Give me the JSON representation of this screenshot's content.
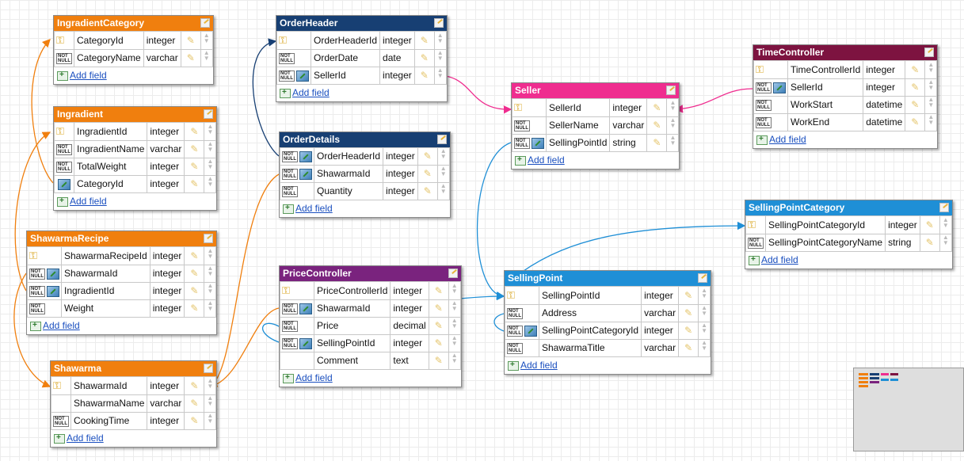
{
  "colors": {
    "orange": "#f07f0e",
    "navy": "#173f73",
    "blue": "#1f8fd6",
    "pink": "#ef2d8f",
    "purple": "#7a237e",
    "maroon": "#7d1340"
  },
  "add_field_label": "Add field",
  "entities": [
    {
      "id": "ingradient-category",
      "title": "IngradientCategory",
      "color": "orange",
      "fields": [
        {
          "name": "CategoryId",
          "type": "integer",
          "pk": true
        },
        {
          "name": "CategoryName",
          "type": "varchar",
          "nn": true
        }
      ]
    },
    {
      "id": "ingradient",
      "title": "Ingradient",
      "color": "orange",
      "fields": [
        {
          "name": "IngradientId",
          "type": "integer",
          "pk": true
        },
        {
          "name": "IngradientName",
          "type": "varchar",
          "nn": true
        },
        {
          "name": "TotalWeight",
          "type": "integer",
          "nn": true
        },
        {
          "name": "CategoryId",
          "type": "integer",
          "fk": true
        }
      ]
    },
    {
      "id": "shawarma-recipe",
      "title": "ShawarmaRecipe",
      "color": "orange",
      "fields": [
        {
          "name": "ShawarmaRecipeId",
          "type": "integer",
          "pk": true
        },
        {
          "name": "ShawarmaId",
          "type": "integer",
          "nn": true,
          "fk": true
        },
        {
          "name": "IngradientId",
          "type": "integer",
          "nn": true,
          "fk": true
        },
        {
          "name": "Weight",
          "type": "integer",
          "nn": true
        }
      ]
    },
    {
      "id": "shawarma",
      "title": "Shawarma",
      "color": "orange",
      "fields": [
        {
          "name": "ShawarmaId",
          "type": "integer",
          "pk": true
        },
        {
          "name": "ShawarmaName",
          "type": "varchar"
        },
        {
          "name": "CookingTime",
          "type": "integer",
          "nn": true
        }
      ]
    },
    {
      "id": "order-header",
      "title": "OrderHeader",
      "color": "navy",
      "fields": [
        {
          "name": "OrderHeaderId",
          "type": "integer",
          "pk": true
        },
        {
          "name": "OrderDate",
          "type": "date",
          "nn": true
        },
        {
          "name": "SellerId",
          "type": "integer",
          "nn": true,
          "fk": true
        }
      ]
    },
    {
      "id": "order-details",
      "title": "OrderDetails",
      "color": "navy",
      "fields": [
        {
          "name": "OrderHeaderId",
          "type": "integer",
          "nn": true,
          "fk": true
        },
        {
          "name": "ShawarmaId",
          "type": "integer",
          "nn": true,
          "fk": true
        },
        {
          "name": "Quantity",
          "type": "integer",
          "nn": true
        }
      ]
    },
    {
      "id": "price-controller",
      "title": "PriceController",
      "color": "purple",
      "fields": [
        {
          "name": "PriceControllerId",
          "type": "integer",
          "pk": true
        },
        {
          "name": "ShawarmaId",
          "type": "integer",
          "nn": true,
          "fk": true
        },
        {
          "name": "Price",
          "type": "decimal",
          "nn": true
        },
        {
          "name": "SellingPointId",
          "type": "integer",
          "nn": true,
          "fk": true
        },
        {
          "name": "Comment",
          "type": "text"
        }
      ]
    },
    {
      "id": "seller",
      "title": "Seller",
      "color": "pink",
      "fields": [
        {
          "name": "SellerId",
          "type": "integer",
          "pk": true
        },
        {
          "name": "SellerName",
          "type": "varchar",
          "nn": true
        },
        {
          "name": "SellingPointId",
          "type": "string",
          "nn": true,
          "fk": true
        }
      ]
    },
    {
      "id": "selling-point",
      "title": "SellingPoint",
      "color": "blue",
      "fields": [
        {
          "name": "SellingPointId",
          "type": "integer",
          "pk": true
        },
        {
          "name": "Address",
          "type": "varchar",
          "nn": true
        },
        {
          "name": "SellingPointCategoryId",
          "type": "integer",
          "nn": true,
          "fk": true
        },
        {
          "name": "ShawarmaTitle",
          "type": "varchar",
          "nn": true
        }
      ]
    },
    {
      "id": "time-controller",
      "title": "TimeController",
      "color": "maroon",
      "fields": [
        {
          "name": "TimeControllerId",
          "type": "integer",
          "pk": true
        },
        {
          "name": "SellerId",
          "type": "integer",
          "nn": true,
          "fk": true
        },
        {
          "name": "WorkStart",
          "type": "datetime",
          "nn": true
        },
        {
          "name": "WorkEnd",
          "type": "datetime",
          "nn": true
        }
      ]
    },
    {
      "id": "selling-point-category",
      "title": "SellingPointCategory",
      "color": "blue",
      "fields": [
        {
          "name": "SellingPointCategoryId",
          "type": "integer",
          "pk": true
        },
        {
          "name": "SellingPointCategoryName",
          "type": "string",
          "nn": true
        }
      ]
    }
  ],
  "relations": [
    {
      "from": "ingradient.CategoryId",
      "to": "ingradient-category.CategoryId",
      "color": "orange"
    },
    {
      "from": "shawarma-recipe.IngradientId",
      "to": "ingradient.IngradientId",
      "color": "orange"
    },
    {
      "from": "shawarma-recipe.ShawarmaId",
      "to": "shawarma.ShawarmaId",
      "color": "orange"
    },
    {
      "from": "order-details.ShawarmaId",
      "to": "shawarma.ShawarmaId",
      "color": "orange"
    },
    {
      "from": "price-controller.ShawarmaId",
      "to": "shawarma.ShawarmaId",
      "color": "orange"
    },
    {
      "from": "order-details.OrderHeaderId",
      "to": "order-header.OrderHeaderId",
      "color": "navy"
    },
    {
      "from": "order-header.SellerId",
      "to": "seller.SellerId",
      "color": "pink"
    },
    {
      "from": "time-controller.SellerId",
      "to": "seller.SellerId",
      "color": "pink"
    },
    {
      "from": "seller.SellingPointId",
      "to": "selling-point.SellingPointId",
      "color": "blue"
    },
    {
      "from": "price-controller.SellingPointId",
      "to": "selling-point.SellingPointId",
      "color": "blue"
    },
    {
      "from": "selling-point.SellingPointCategoryId",
      "to": "selling-point-category.SellingPointCategoryId",
      "color": "blue"
    }
  ]
}
